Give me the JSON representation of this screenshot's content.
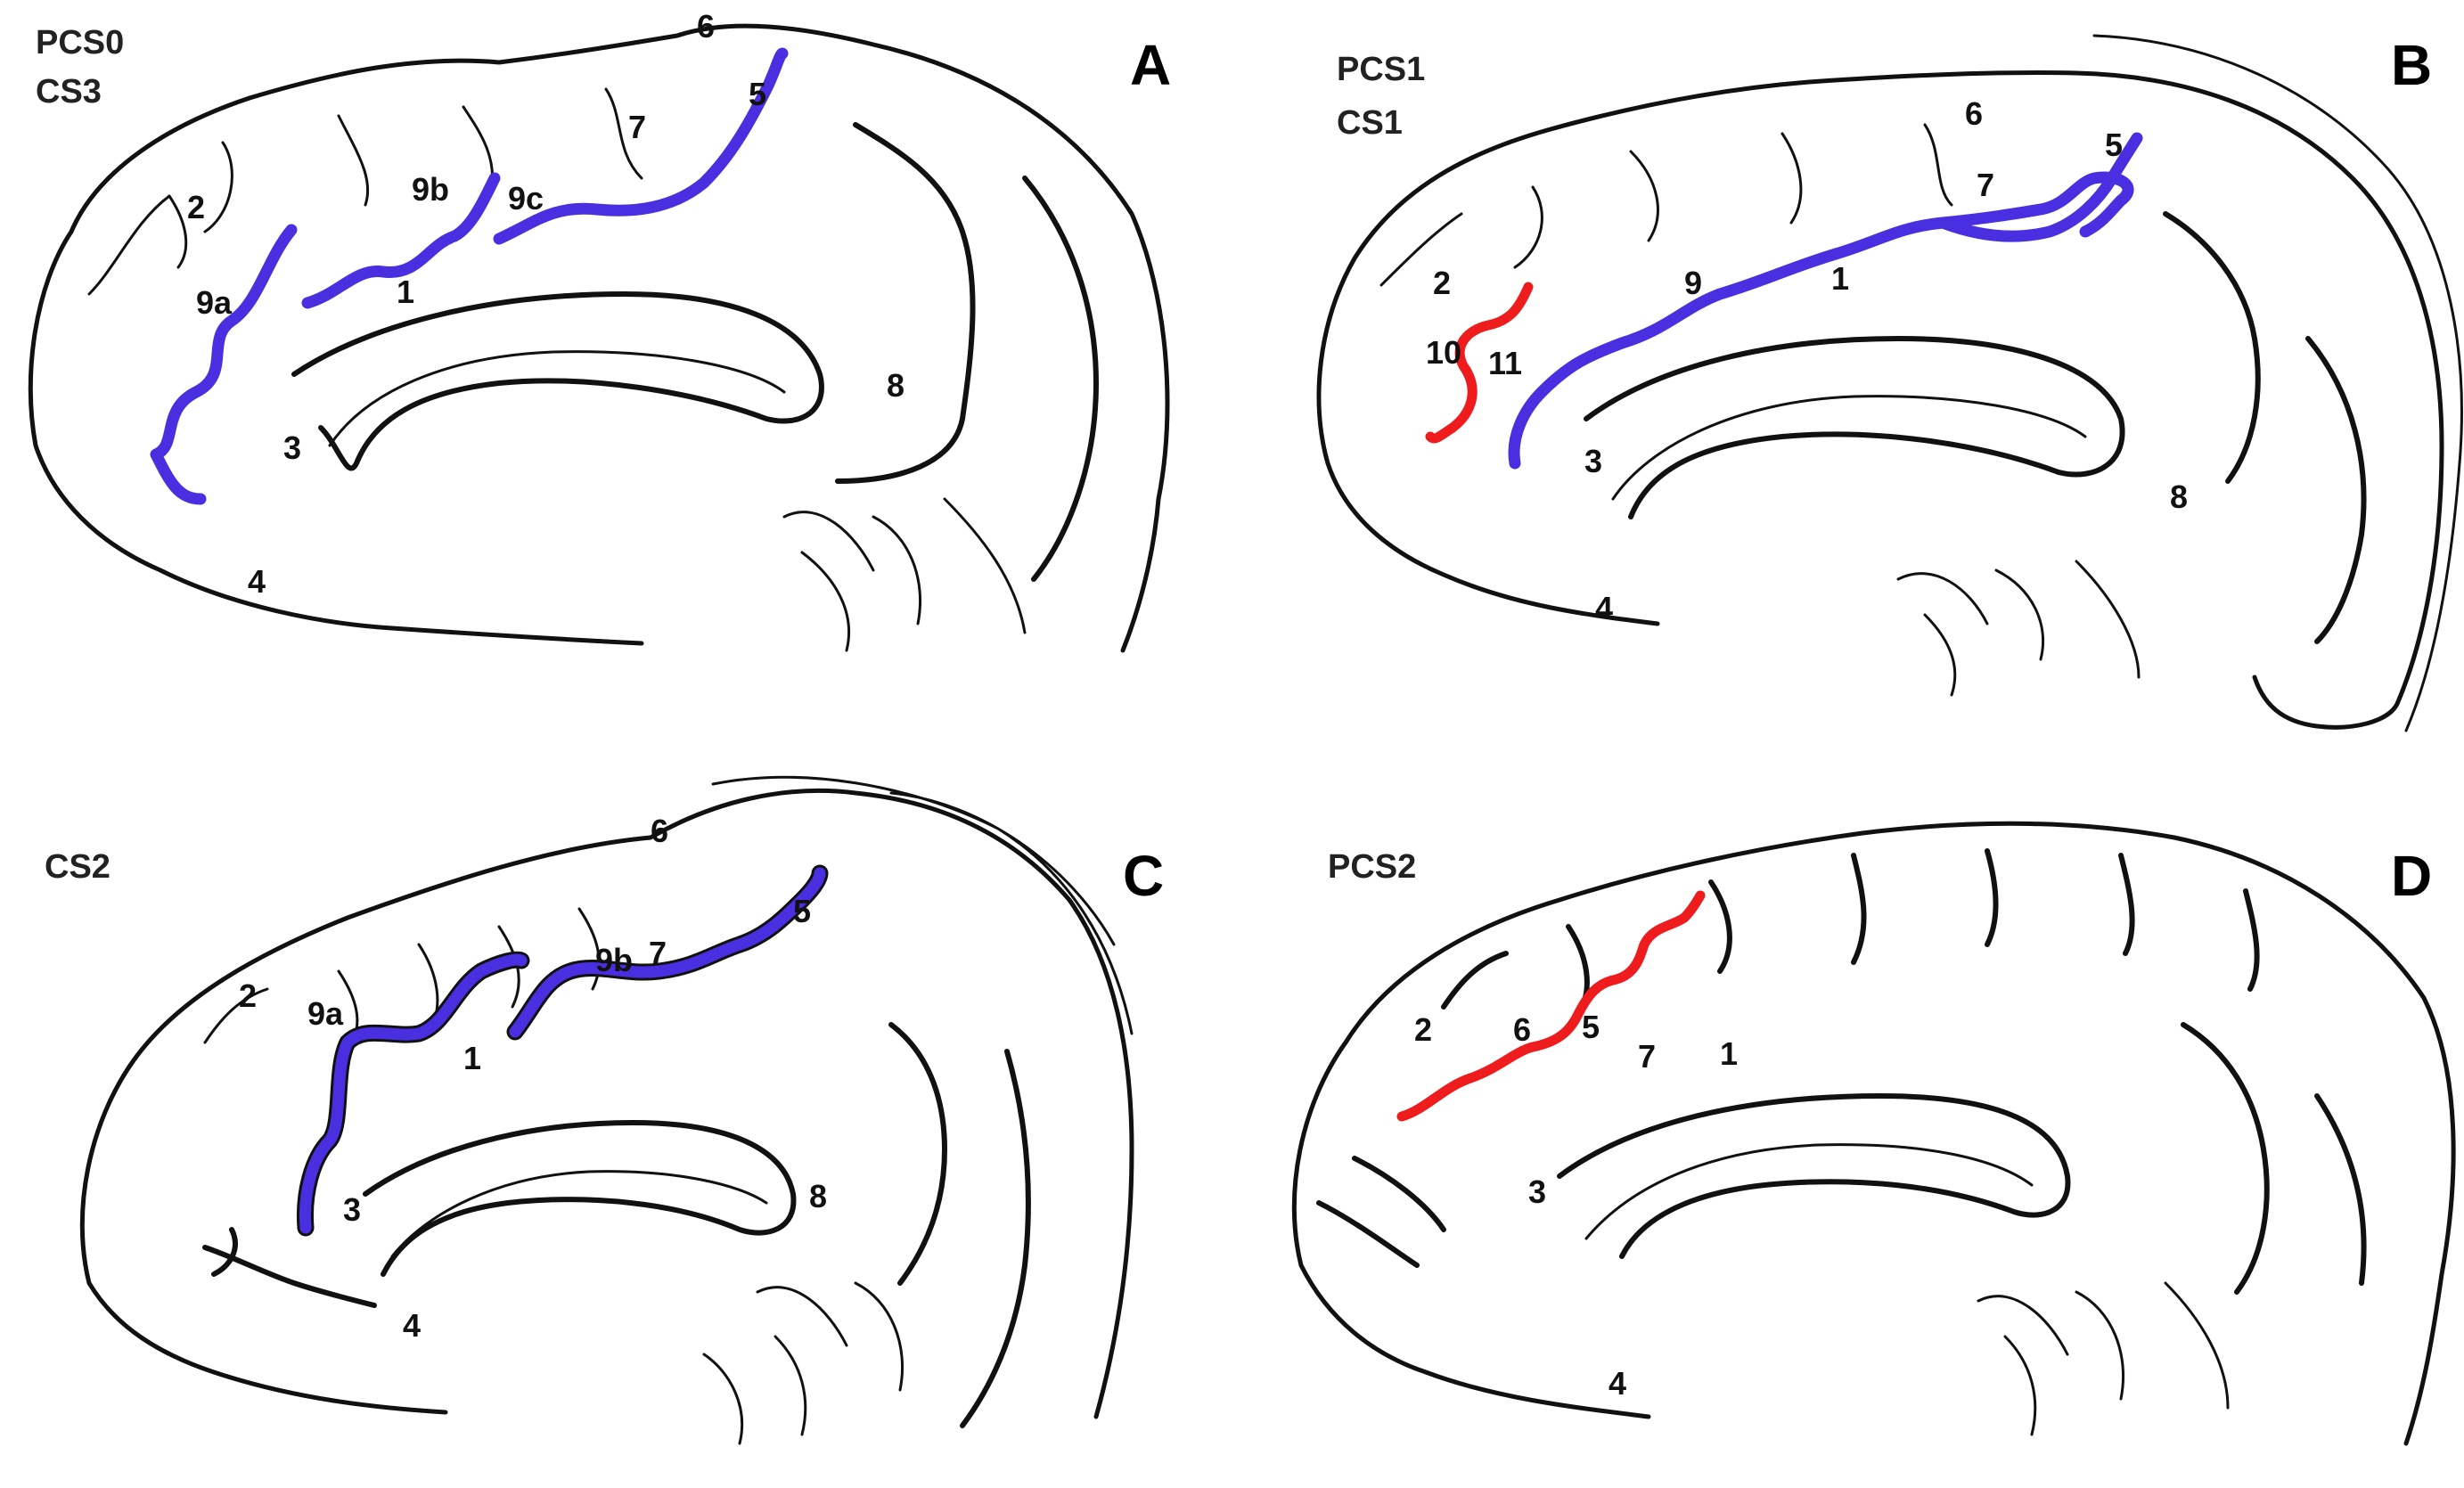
{
  "colors": {
    "cingulate_sulcus": "#4a2fe0",
    "paracingulate_sulcus": "#ee1c1c",
    "outline": "#111111"
  },
  "panels": [
    {
      "id": "A",
      "letter": "A",
      "tags": [
        "PCS0",
        "CS3"
      ],
      "labels": [
        "1",
        "2",
        "3",
        "4",
        "5",
        "6",
        "7",
        "8",
        "9a",
        "9b",
        "9c"
      ]
    },
    {
      "id": "B",
      "letter": "B",
      "tags": [
        "PCS1",
        "CS1"
      ],
      "labels": [
        "1",
        "2",
        "3",
        "4",
        "5",
        "6",
        "7",
        "8",
        "9",
        "10",
        "11"
      ]
    },
    {
      "id": "C",
      "letter": "C",
      "tags": [
        "CS2"
      ],
      "labels": [
        "1",
        "2",
        "3",
        "4",
        "5",
        "6",
        "7",
        "8",
        "9a",
        "9b"
      ]
    },
    {
      "id": "D",
      "letter": "D",
      "tags": [
        "PCS2"
      ],
      "labels": [
        "1",
        "2",
        "3",
        "4",
        "5",
        "6",
        "7"
      ]
    }
  ]
}
